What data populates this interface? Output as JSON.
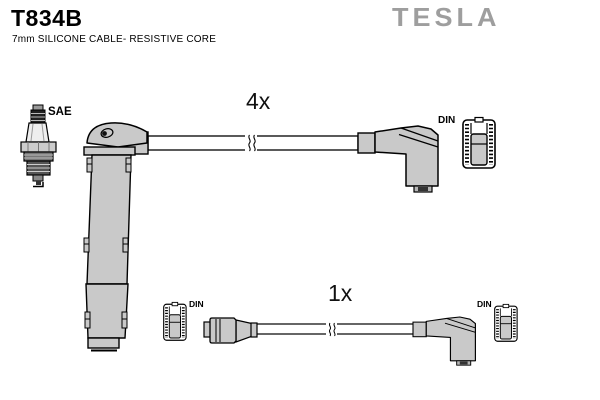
{
  "header": {
    "part_number": "T834B",
    "subtitle": "7mm SILICONE CABLE- RESISTIVE CORE",
    "brand": "TESLA"
  },
  "diagram": {
    "top_assembly": {
      "quantity": "4x",
      "plug_end_label": "SAE",
      "terminal_end_label": "DIN",
      "components": [
        "spark-plug-icon",
        "straight-boot-large-icon",
        "cable-with-break-icon",
        "elbow-boot-icon",
        "din-terminal-icon"
      ]
    },
    "bottom_assembly": {
      "quantity": "1x",
      "left_terminal_label": "DIN",
      "right_terminal_label": "DIN",
      "components": [
        "din-terminal-icon",
        "straight-boot-icon",
        "cable-with-break-icon",
        "elbow-boot-icon",
        "din-terminal-icon"
      ]
    }
  },
  "colors": {
    "background": "#ffffff",
    "line": "#000000",
    "boot_fill": "#c9c9c9",
    "brand_gray": "#9e9e9e"
  }
}
